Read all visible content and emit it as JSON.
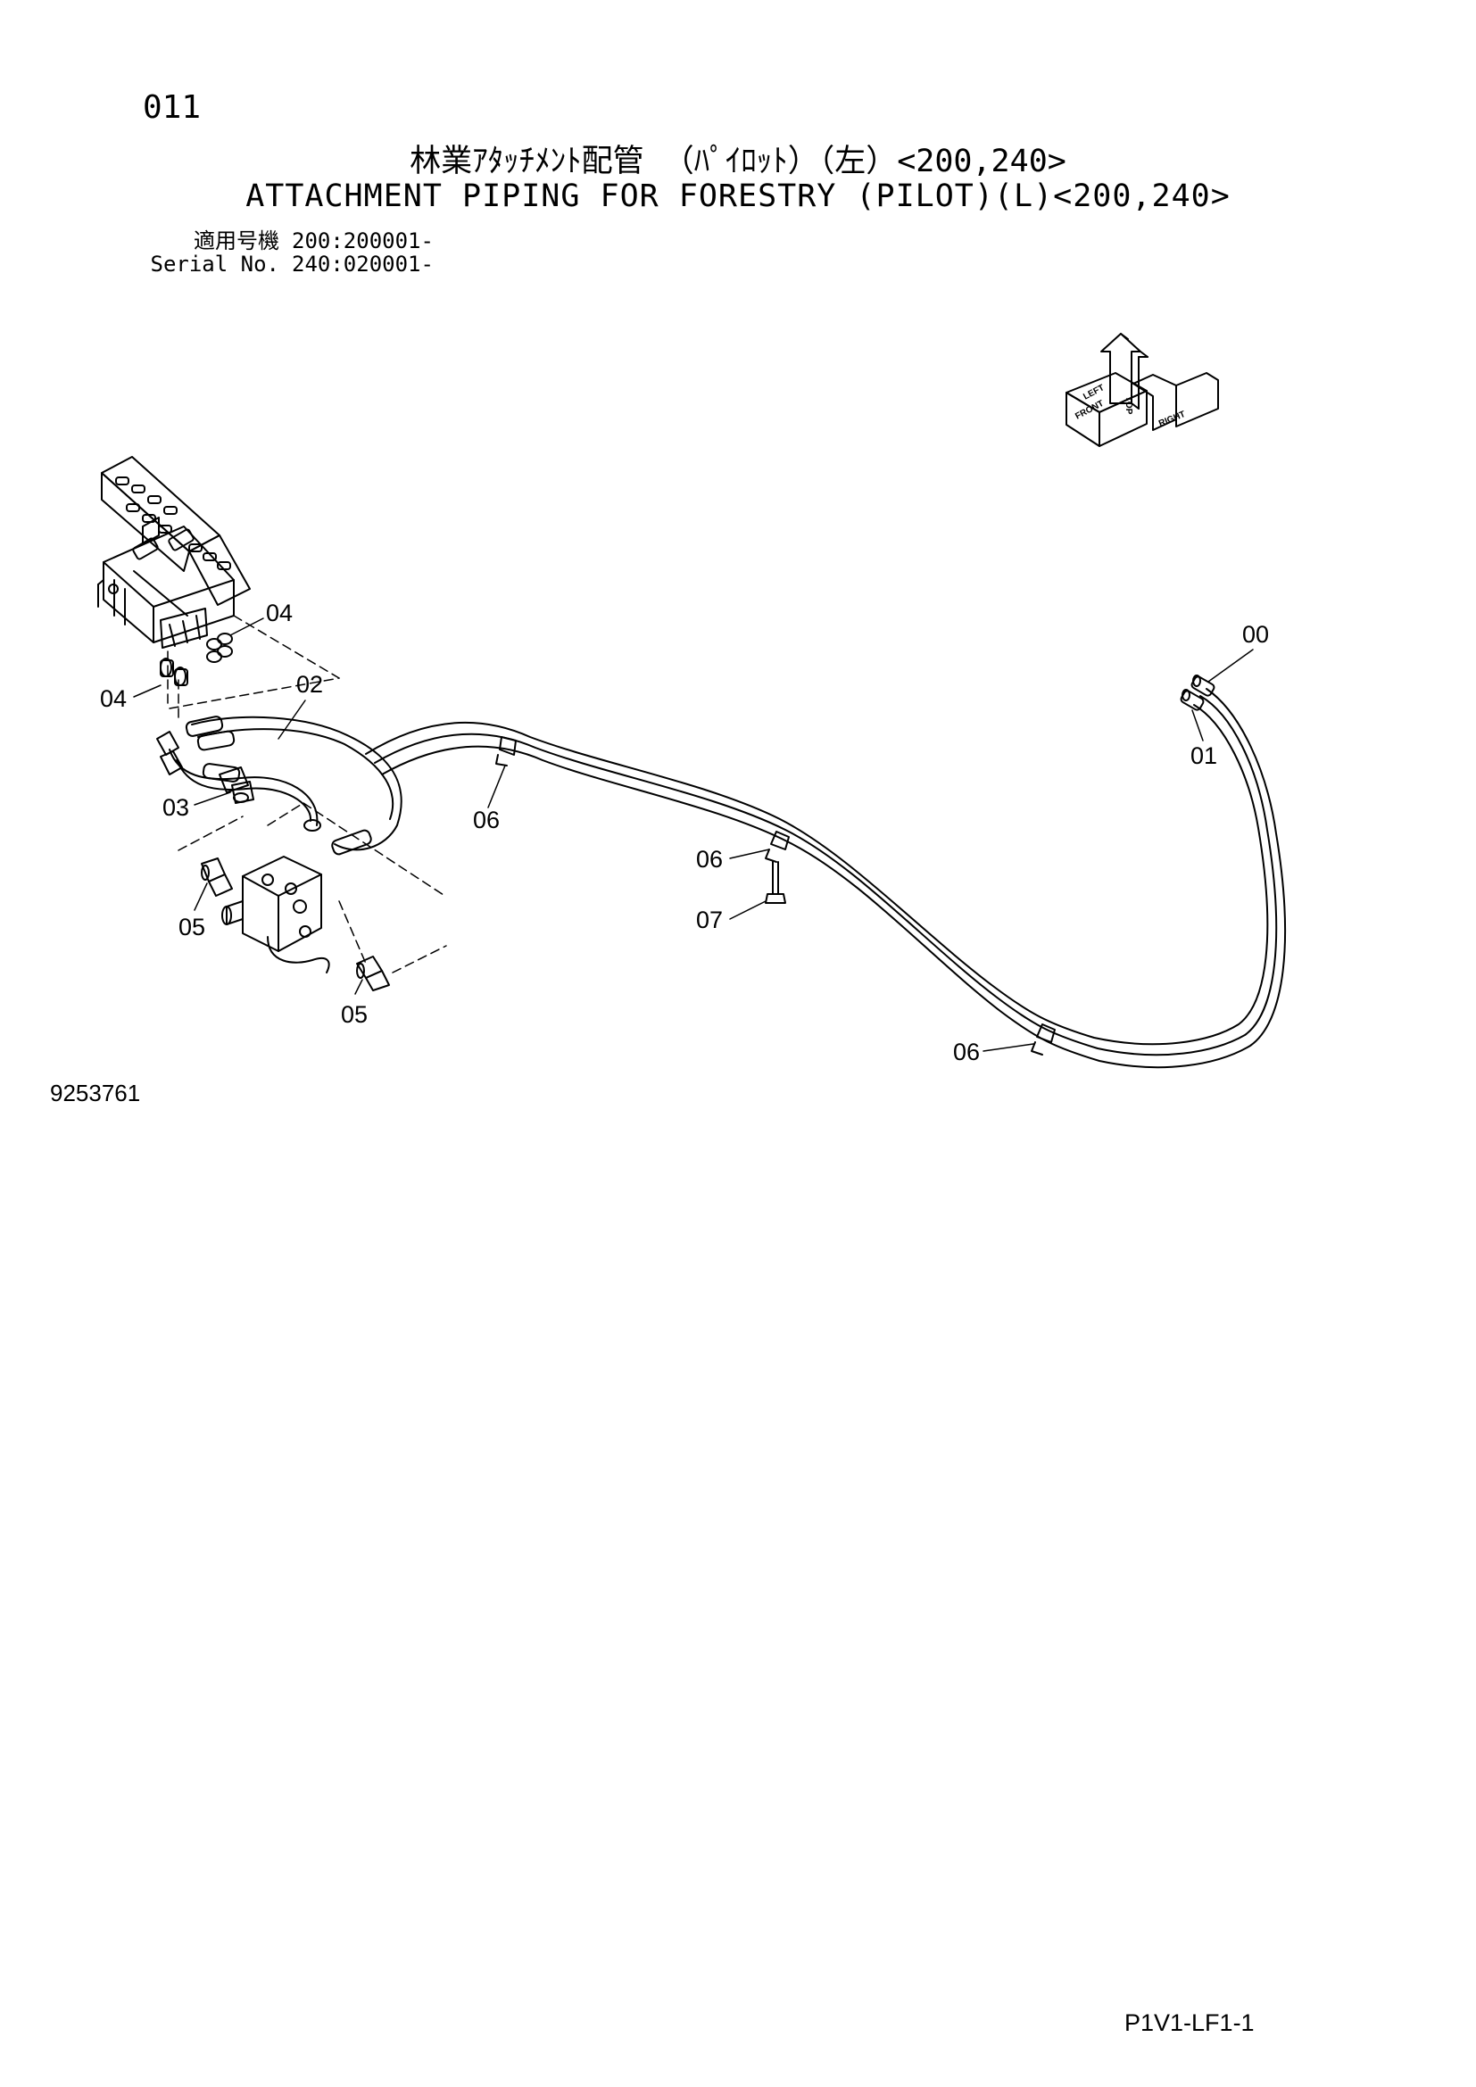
{
  "header": {
    "page_number": "011",
    "title_jp": "林業ｱﾀｯﾁﾒﾝﾄ配管 （ﾊﾟｲﾛｯﾄ）（左）<200,240>",
    "title_en": "ATTACHMENT PIPING FOR FORESTRY (PILOT)(L)<200,240>"
  },
  "serial": {
    "label_jp": "適用号機",
    "label_en": "Serial No.",
    "value_1": "200:200001-",
    "value_2": "240:020001-"
  },
  "compass": {
    "top": "TOP",
    "front": "FRONT",
    "right": "RIGHT",
    "left": "LEFT"
  },
  "callouts": {
    "c00": "00",
    "c01": "01",
    "c02": "02",
    "c03": "03",
    "c04a": "04",
    "c04b": "04",
    "c05a": "05",
    "c05b": "05",
    "c06a": "06",
    "c06b": "06",
    "c06c": "06",
    "c07": "07"
  },
  "footer": {
    "drawing_number": "9253761",
    "page_code": "P1V1-LF1-1"
  }
}
